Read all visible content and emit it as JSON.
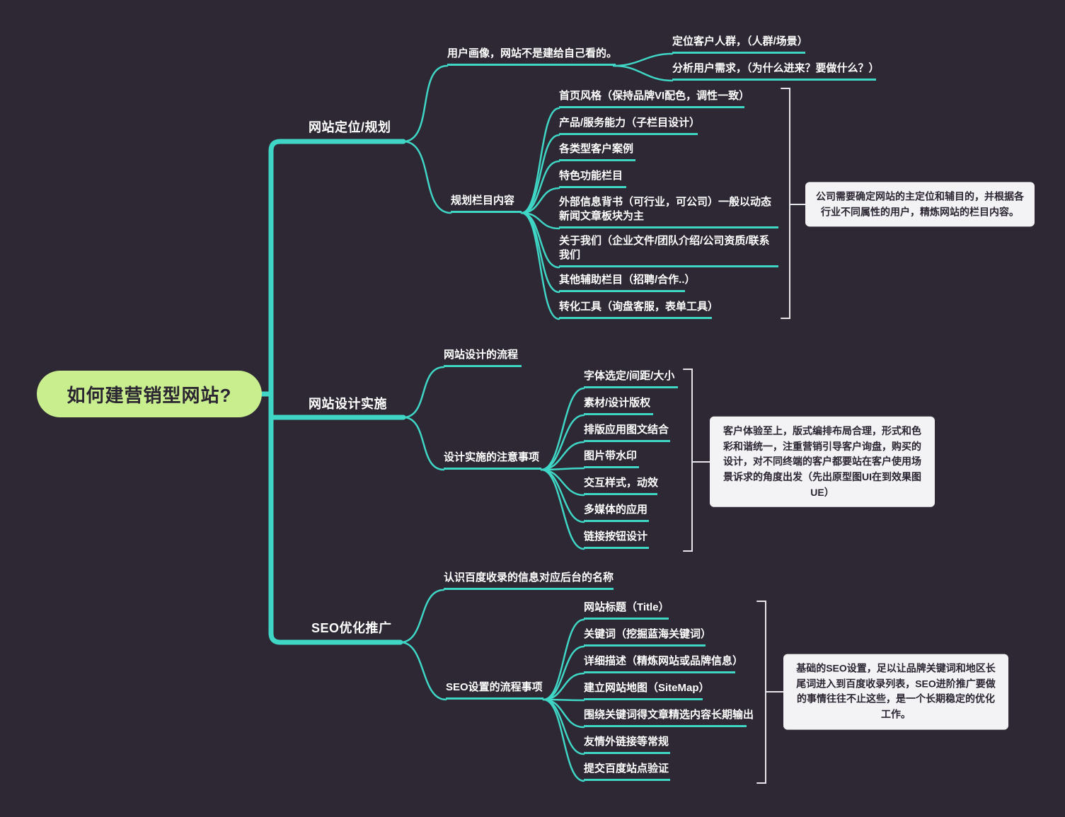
{
  "colors": {
    "background": "#2d2833",
    "accent": "#3fd6c6",
    "node_text": "#ffffff",
    "central_bg": "#c8ee8d",
    "central_text": "#2b2532",
    "annotation_bg": "#f3f3f5",
    "annotation_text": "#2b2532",
    "bracket": "#e6e6ea"
  },
  "central": {
    "label": "如何建营销型网站?"
  },
  "branches": [
    {
      "label": "网站定位/规划",
      "children": [
        {
          "label": "用户画像，网站不是建给自己看的。",
          "children": [
            {
              "label": "定位客户人群，（人群/场景）"
            },
            {
              "label": "分析用户需求，（为什么进来？要做什么？）"
            }
          ]
        },
        {
          "label": "规划栏目内容",
          "children": [
            {
              "label": "首页风格（保持品牌VI配色，调性一致）"
            },
            {
              "label": "产品/服务能力（子栏目设计）"
            },
            {
              "label": "各类型客户案例"
            },
            {
              "label": "特色功能栏目"
            },
            {
              "label": "外部信息背书（可行业，可公司）一般以动态新闻文章板块为主"
            },
            {
              "label": "关于我们（企业文件/团队介绍/公司资质/联系我们"
            },
            {
              "label": "其他辅助栏目（招聘/合作..）"
            },
            {
              "label": "转化工具（询盘客服，表单工具）"
            }
          ],
          "annotation": "公司需要确定网站的主定位和辅目的，并根据各行业不同属性的用户，精炼网站的栏目内容。"
        }
      ]
    },
    {
      "label": "网站设计实施",
      "children": [
        {
          "label": "网站设计的流程"
        },
        {
          "label": "设计实施的注意事项",
          "children": [
            {
              "label": "字体选定/间距/大小"
            },
            {
              "label": "素材/设计版权"
            },
            {
              "label": "排版应用图文结合"
            },
            {
              "label": "图片带水印"
            },
            {
              "label": "交互样式，动效"
            },
            {
              "label": "多媒体的应用"
            },
            {
              "label": "链接按钮设计"
            }
          ],
          "annotation": "客户体验至上，版式编排布局合理，形式和色彩和谐统一，注重营销引导客户询盘，购买的设计，对不同终端的客户都要站在客户使用场景诉求的角度出发（先出原型图UI在到效果图UE）"
        }
      ]
    },
    {
      "label": "SEO优化推广",
      "children": [
        {
          "label": "认识百度收录的信息对应后台的名称"
        },
        {
          "label": "SEO设置的流程事项",
          "children": [
            {
              "label": "网站标题（Title）"
            },
            {
              "label": "关键词（挖掘蓝海关键词）"
            },
            {
              "label": "详细描述（精炼网站或品牌信息）"
            },
            {
              "label": "建立网站地图（SiteMap）"
            },
            {
              "label": "围绕关键词得文章精选内容长期输出"
            },
            {
              "label": "友情外链接等常规"
            },
            {
              "label": "提交百度站点验证"
            }
          ],
          "annotation": "基础的SEO设置，足以让品牌关键词和地区长尾词进入到百度收录列表，SEO进阶推广要做的事情往往不止这些，是一个长期稳定的优化工作。"
        }
      ]
    }
  ]
}
